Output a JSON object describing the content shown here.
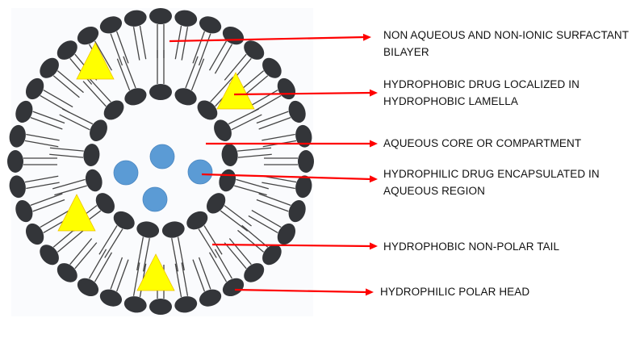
{
  "labels": [
    {
      "line1": "NON AQUEOUS AND  NON-IONIC SURFACTANT",
      "line2": "BILAYER"
    },
    {
      "line1": "HYDROPHOBIC DRUG LOCALIZED IN",
      "line2": "HYDROPHOBIC LAMELLA"
    },
    {
      "line1": "AQUEOUS CORE OR COMPARTMENT",
      "line2": ""
    },
    {
      "line1": "HYDROPHILIC DRUG ENCAPSULATED IN",
      "line2": "AQUEOUS REGION"
    },
    {
      "line1": "HYDROPHOBIC NON-POLAR TAIL",
      "line2": ""
    },
    {
      "line1": "HYDROPHILIC POLAR HEAD",
      "line2": ""
    }
  ],
  "colors": {
    "head": "#333539",
    "tail": "#444444",
    "hydrophobic_drug": "#ffff00",
    "hydrophilic_drug": "#5b9bd5",
    "arrow": "#ff0000",
    "panel": "#fafbfd"
  }
}
